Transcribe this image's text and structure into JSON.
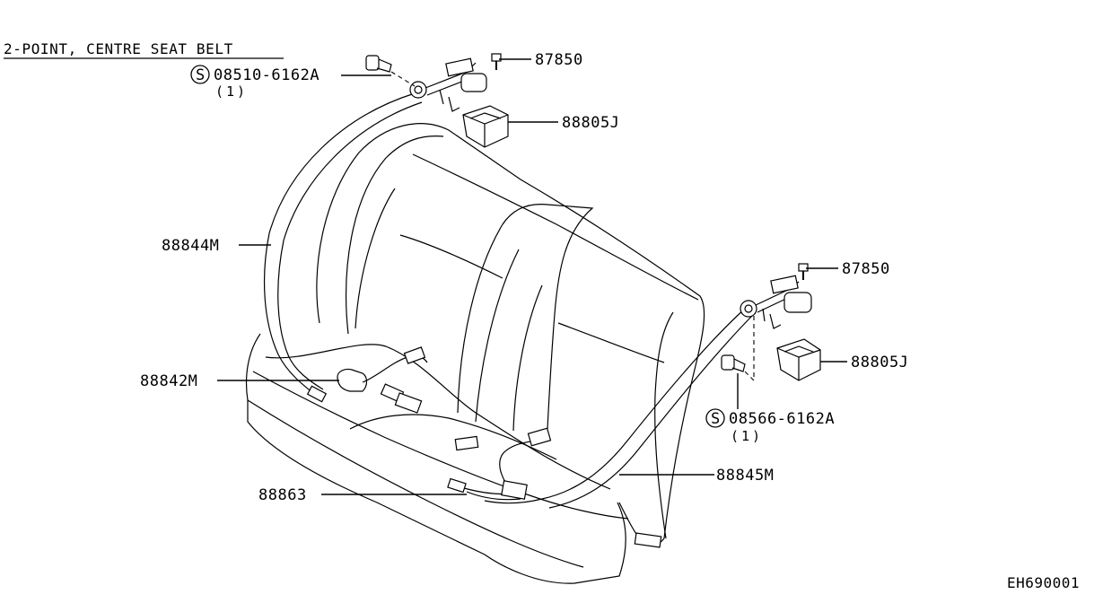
{
  "diagram": {
    "title": "2-POINT, CENTRE SEAT BELT",
    "reference_code": "EH690001",
    "parts": {
      "p08510": {
        "prefix": "S",
        "number": "08510-6162A",
        "qty": "(1)"
      },
      "p87850_top": {
        "number": "87850"
      },
      "p88805j_top": {
        "number": "88805J"
      },
      "p88844m": {
        "number": "88844M"
      },
      "p87850_right": {
        "number": "87850"
      },
      "p88805j_right": {
        "number": "88805J"
      },
      "p88842m": {
        "number": "88842M"
      },
      "p08566": {
        "prefix": "S",
        "number": "08566-6162A",
        "qty": "(1)"
      },
      "p88845m": {
        "number": "88845M"
      },
      "p88863": {
        "number": "88863"
      }
    }
  }
}
